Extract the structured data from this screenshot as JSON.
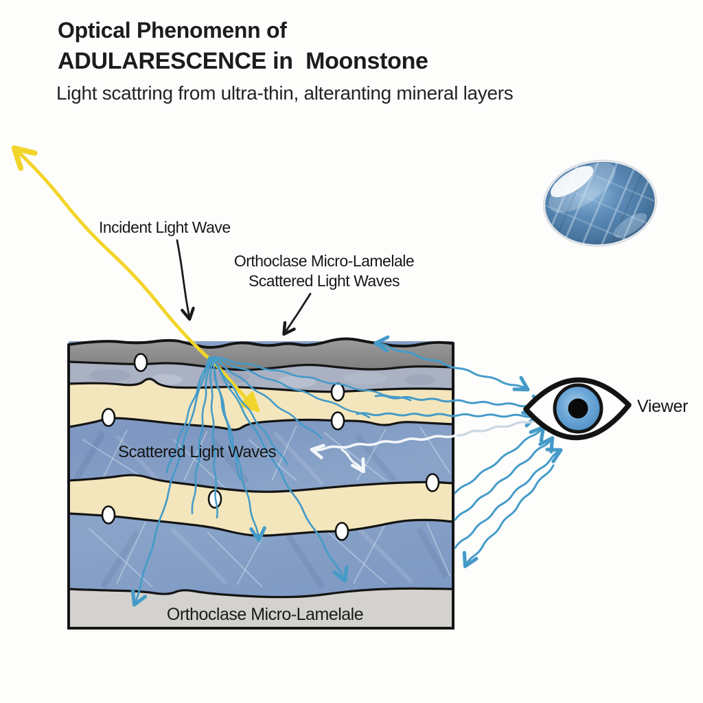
{
  "header": {
    "title_line1": "Optical Phenomenn of",
    "title_line2": "ADULARESCENCE in  Moonstone",
    "subtitle": "Light scattring from ultra-thin, alteranting mineral layers"
  },
  "labels": {
    "incident": "Incident Light Wave",
    "callout_line1": "Orthoclase Micro-Lamelale",
    "callout_line2": "Scattered Light Waves",
    "scattered_inside": "Scattered Light Waves",
    "bottom_layer": "Orthoclase Micro-Lamelale",
    "viewer": "Viewer"
  },
  "colors": {
    "incident_ray": "#f2d52a",
    "scattered_ray": "#459bc8",
    "white_ray": "#f3f7fa",
    "pale_ray": "#ccd9e2",
    "annotation_black": "#1a1a1a",
    "layer_gray_top": "#8e8e8e",
    "layer_gray_bottom": "#d4d2cf",
    "layer_cream": "#f4e6bc",
    "layer_bluegray": "#a9b1c2",
    "layer_blue_base": "#8099c2",
    "eye_iris": "#6da8d8"
  }
}
